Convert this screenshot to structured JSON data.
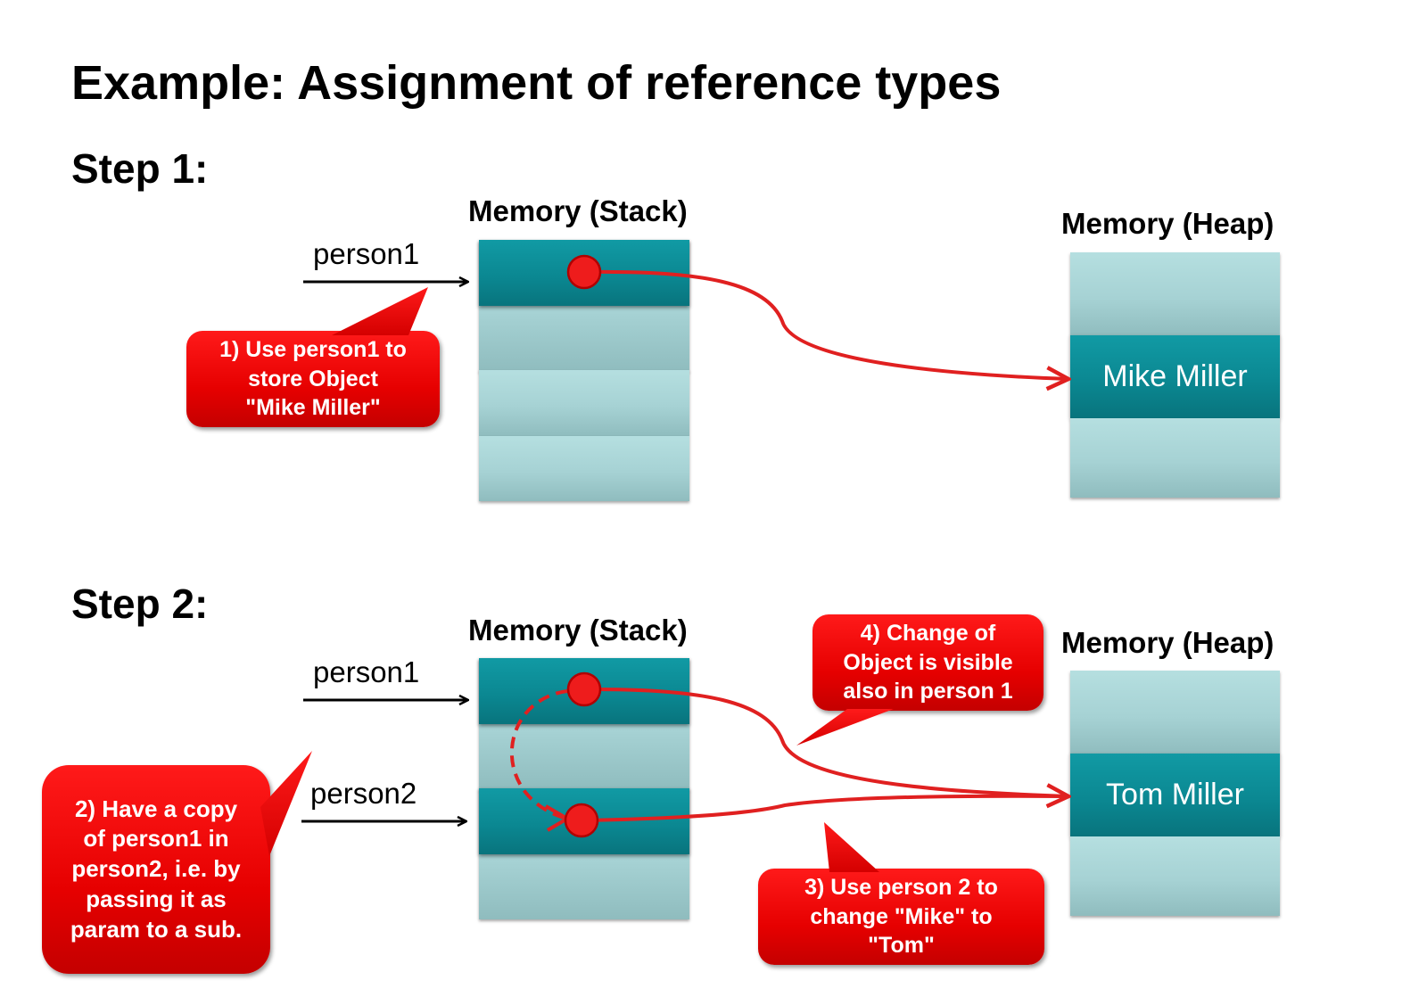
{
  "title": "Example: Assignment of reference types",
  "step1": {
    "label": "Step 1:",
    "stack_label": "Memory (Stack)",
    "heap_label": "Memory (Heap)",
    "var1": "person1",
    "heap_object": "Mike Miller",
    "callout1": "1) Use person1 to\nstore  Object\n\"Mike Miller\""
  },
  "step2": {
    "label": "Step 2:",
    "stack_label": "Memory (Stack)",
    "heap_label": "Memory (Heap)",
    "var1": "person1",
    "var2": "person2",
    "heap_object": "Tom Miller",
    "callout2": "2) Have a copy\nof person1 in\nperson2, i.e. by\npassing it as\nparam to a sub.",
    "callout3": "3) Use person 2 to\nchange \"Mike\" to\n\"Tom\"",
    "callout4": "4) Change of\nObject is visible\nalso in person 1"
  },
  "colors": {
    "accent_red": "#e60000",
    "pointer_red": "#e02020",
    "cell_dark": "#0b8892",
    "cell_light": "#a6d2d4"
  }
}
